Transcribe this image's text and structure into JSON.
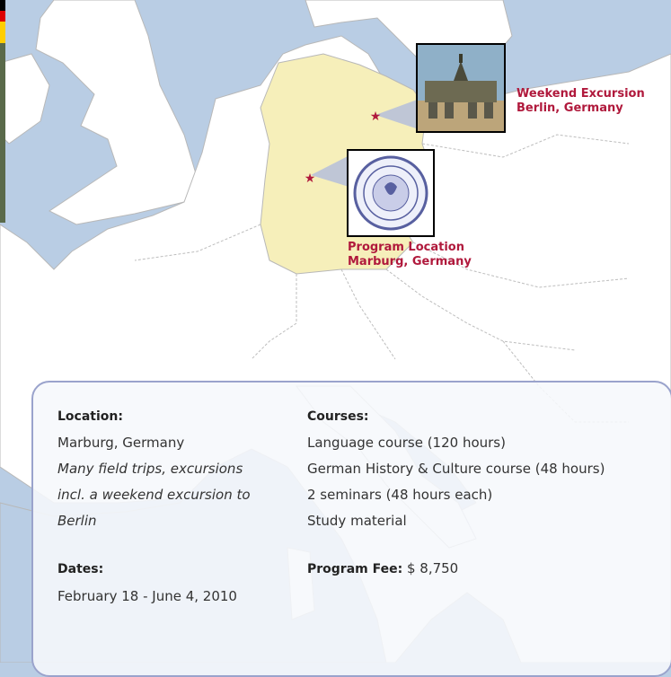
{
  "map": {
    "colors": {
      "sea": "#b9cde4",
      "land": "#ffffff",
      "highlight_country": "#f6efba",
      "border": "#b8b8b8",
      "marker": "#b0193c",
      "callout": "#bfc6d6"
    },
    "markers": [
      {
        "name": "Berlin",
        "icon": "star-icon"
      },
      {
        "name": "Marburg",
        "icon": "star-icon"
      }
    ],
    "callouts": {
      "berlin": {
        "line1": "Weekend Excursion",
        "line2": "Berlin, Germany"
      },
      "marburg": {
        "line1": "Program Location",
        "line2": "Marburg, Germany"
      }
    }
  },
  "info": {
    "location_label": "Location:",
    "location_value": "Marburg, Germany",
    "location_note_1": "Many field trips, excursions",
    "location_note_2": "incl. a weekend excursion to",
    "location_note_3": "Berlin",
    "dates_label": "Dates:",
    "dates_value": "February 18 - June 4, 2010",
    "courses_label": "Courses:",
    "courses": [
      "Language course (120 hours)",
      "German History & Culture course (48 hours)",
      "2 seminars (48 hours each)",
      "Study material"
    ],
    "fee_label": "Program Fee:",
    "fee_value": " $ 8,750"
  }
}
